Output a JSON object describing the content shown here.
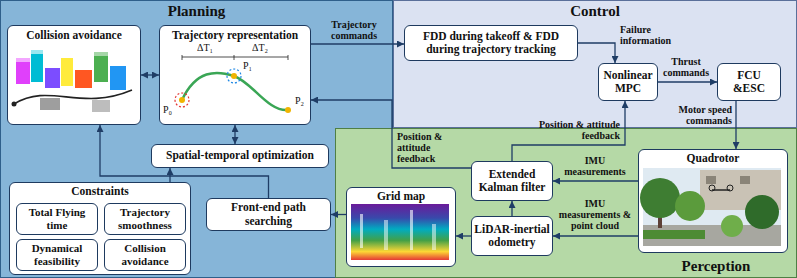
{
  "diagram": {
    "nodes": [
      {
        "text": [
          "Planning"
        ]
      },
      {
        "text": [
          "Collision avoidance"
        ],
        "in": 0
      },
      {
        "text": [
          "Trajectory representation"
        ],
        "in": 0
      },
      {
        "text": [
          "Spatial-temporal optimization"
        ],
        "in": 0
      },
      {
        "text": [
          "Constraints"
        ],
        "in": 0
      },
      {
        "text": [
          "Total Flying time"
        ],
        "in": 4
      },
      {
        "text": [
          "Trajectory smoothness"
        ],
        "in": 4
      },
      {
        "text": [
          "Dynamical feasibility"
        ],
        "in": 4
      },
      {
        "text": [
          "Collision avoidance"
        ],
        "in": 4
      },
      {
        "text": [
          "Front-end path searching"
        ],
        "in": 0
      },
      {
        "text": [
          "Control"
        ]
      },
      {
        "text": [
          "FDD during takeoff & FDD during trajectory tracking"
        ],
        "in": 10
      },
      {
        "text": [
          "Nonlinear MPC"
        ],
        "in": 10
      },
      {
        "text": [
          "FCU &ESC"
        ],
        "in": 10
      },
      {
        "text": [
          "Perception"
        ]
      },
      {
        "text": [
          "Quadrotor"
        ],
        "in": 14
      },
      {
        "text": [
          "Extended Kalman filter"
        ],
        "in": 14
      },
      {
        "text": [
          "LiDAR-inertial odometry"
        ],
        "in": 14
      },
      {
        "text": [
          "Grid map"
        ],
        "in": 14
      }
    ],
    "edges": [
      {
        "from": 1,
        "to": 2,
        "arrow": "both"
      },
      {
        "from": 2,
        "to": 3,
        "arrow": "both"
      },
      {
        "from": 4,
        "to": 3,
        "arrow": "to"
      },
      {
        "from": 9,
        "to": 1,
        "arrow": "to"
      },
      {
        "from": 2,
        "to": 11,
        "arrow": "to",
        "label": "Trajectory commands"
      },
      {
        "from": 11,
        "to": 12,
        "arrow": "to",
        "label": "Failure information"
      },
      {
        "from": 12,
        "to": 13,
        "arrow": "to",
        "label": "Thrust commands"
      },
      {
        "from": 13,
        "to": 15,
        "arrow": "to",
        "label": "Motor speed commands"
      },
      {
        "from": 15,
        "to": 16,
        "arrow": "to",
        "label": "IMU measurements"
      },
      {
        "from": 15,
        "to": 17,
        "arrow": "to",
        "label": "IMU measurements & point cloud"
      },
      {
        "from": 17,
        "to": 16,
        "arrow": "to"
      },
      {
        "from": 17,
        "to": 18,
        "arrow": "to"
      },
      {
        "from": 18,
        "to": 9,
        "arrow": "to"
      },
      {
        "from": 16,
        "to": 12,
        "arrow": "to",
        "label": "Position & attitude feedback"
      },
      {
        "from": 16,
        "to": 2,
        "arrow": "to",
        "label": "Position & attitude feedback"
      }
    ],
    "labels": [
      "ΔT₁",
      "ΔT₂",
      "P₀",
      "P₁",
      "P₂"
    ]
  }
}
